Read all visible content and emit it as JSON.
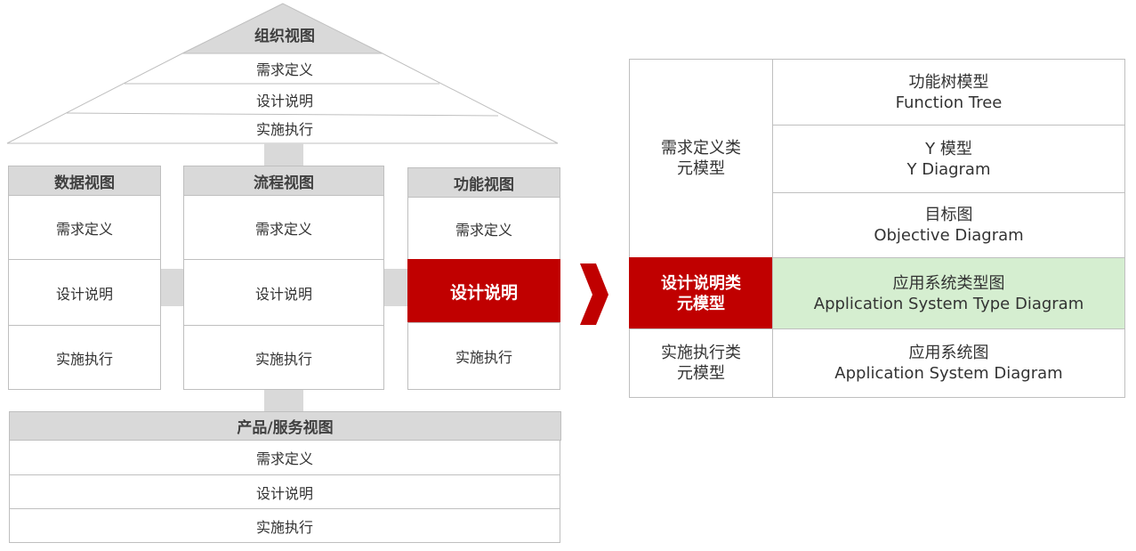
{
  "org_view": {
    "title": "组织视图",
    "rows": [
      "需求定义",
      "设计说明",
      "实施执行"
    ]
  },
  "data_view": {
    "title": "数据视图",
    "rows": [
      "需求定义",
      "设计说明",
      "实施执行"
    ]
  },
  "process_view": {
    "title": "流程视图",
    "rows": [
      "需求定义",
      "设计说明",
      "实施执行"
    ]
  },
  "function_view": {
    "title": "功能视图",
    "rows": [
      "需求定义",
      "设计说明",
      "实施执行"
    ]
  },
  "product_view": {
    "title": "产品/服务视图",
    "rows": [
      "需求定义",
      "设计说明",
      "实施执行"
    ]
  },
  "meta_models": {
    "groups": [
      {
        "label_line1": "需求定义类",
        "label_line2": "元模型",
        "models": [
          {
            "zh": "功能树模型",
            "en": "Function Tree"
          },
          {
            "zh": "Y 模型",
            "en": "Y Diagram"
          },
          {
            "zh": "目标图",
            "en": "Objective Diagram"
          }
        ]
      },
      {
        "label_line1": "设计说明类",
        "label_line2": "元模型",
        "models": [
          {
            "zh": "应用系统类型图",
            "en": "Application System Type Diagram"
          }
        ]
      },
      {
        "label_line1": "实施执行类",
        "label_line2": "元模型",
        "models": [
          {
            "zh": "应用系统图",
            "en": "Application System Diagram"
          }
        ]
      }
    ]
  },
  "colors": {
    "highlight_red": "#c00000",
    "header_gray": "#d9d9d9",
    "highlight_green": "#d5eed0",
    "border_gray": "#bfbfbf"
  }
}
